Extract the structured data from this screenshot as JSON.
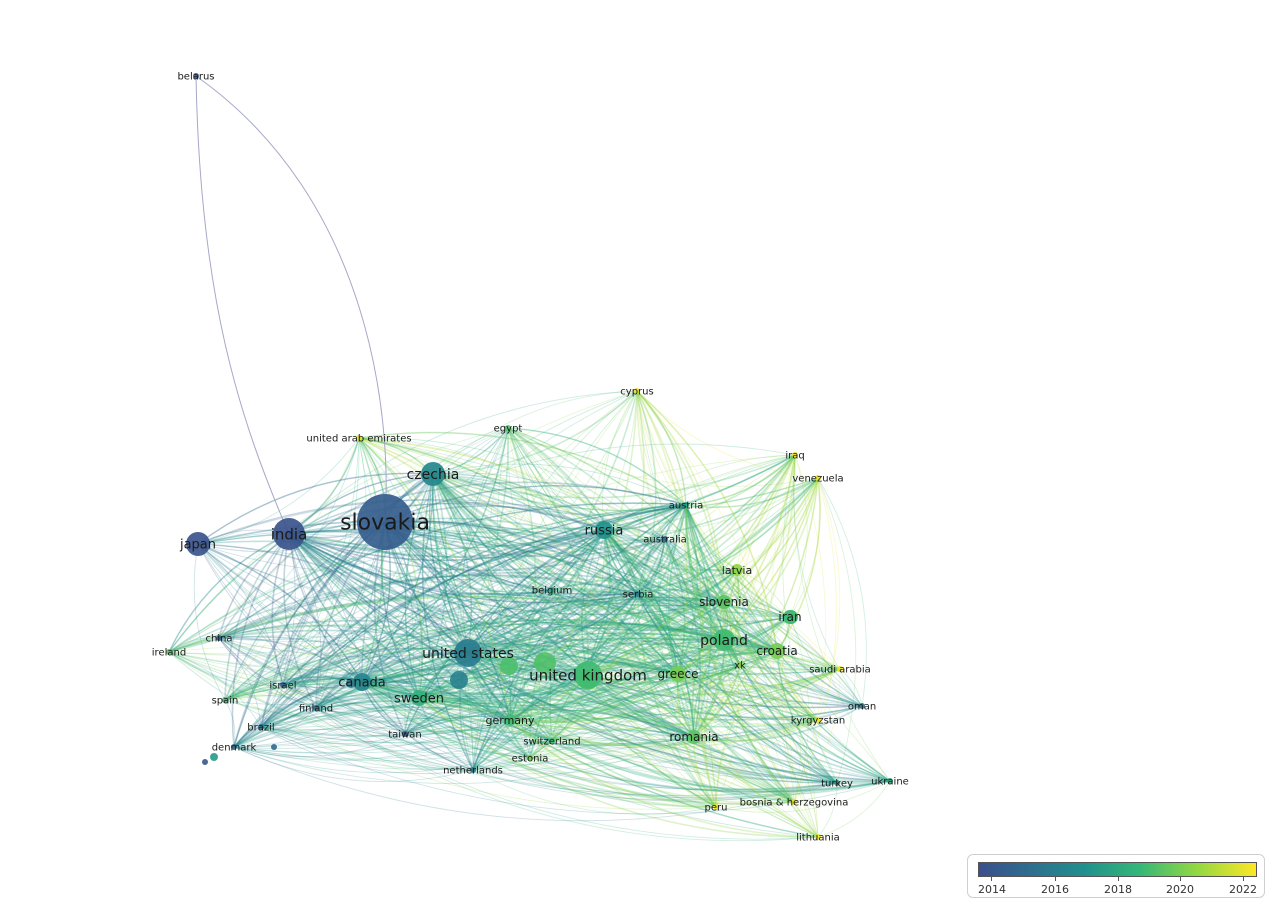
{
  "nodes": [
    {
      "id": "slovakia",
      "label": "slovakia",
      "year": 2014.3,
      "size": 5
    },
    {
      "id": "india",
      "label": "india",
      "year": 2013.8,
      "size": 4
    },
    {
      "id": "japan",
      "label": "japan",
      "year": 2013.8,
      "size": 3.4
    },
    {
      "id": "czechia",
      "label": "czechia",
      "year": 2016.6,
      "size": 3.4
    },
    {
      "id": "united-arab-emirates",
      "label": "united arab emirates",
      "year": 2022,
      "size": 2.4
    },
    {
      "id": "egypt",
      "label": "egypt",
      "year": 2019.5,
      "size": 2.4
    },
    {
      "id": "cyprus",
      "label": "cyprus",
      "year": 2022,
      "size": 2.4
    },
    {
      "id": "iraq",
      "label": "iraq",
      "year": 2022,
      "size": 2
    },
    {
      "id": "venezuela",
      "label": "venezuela",
      "year": 2022,
      "size": 2
    },
    {
      "id": "belarus",
      "label": "belarus",
      "year": 2014.5,
      "size": 1.8
    },
    {
      "id": "russia",
      "label": "russia",
      "year": 2017,
      "size": 3.2
    },
    {
      "id": "austria",
      "label": "austria",
      "year": 2017.5,
      "size": 2.4
    },
    {
      "id": "australia",
      "label": "australia",
      "year": 2015,
      "size": 2.4
    },
    {
      "id": "latvia",
      "label": "latvia",
      "year": 2020.5,
      "size": 2.6
    },
    {
      "id": "belgium",
      "label": "belgium",
      "year": 2018,
      "size": 2.2
    },
    {
      "id": "serbia",
      "label": "serbia",
      "year": 2016,
      "size": 2.4
    },
    {
      "id": "slovenia",
      "label": "slovenia",
      "year": 2019.5,
      "size": 2.8
    },
    {
      "id": "iran",
      "label": "iran",
      "year": 2019,
      "size": 2.8
    },
    {
      "id": "poland",
      "label": "poland",
      "year": 2019,
      "size": 3.6
    },
    {
      "id": "croatia",
      "label": "croatia",
      "year": 2020,
      "size": 3
    },
    {
      "id": "xk",
      "label": "xk",
      "year": 2020.5,
      "size": 2.4
    },
    {
      "id": "saudi-arabia",
      "label": "saudi arabia",
      "year": 2022,
      "size": 2.4
    },
    {
      "id": "greece",
      "label": "greece",
      "year": 2020,
      "size": 3.2
    },
    {
      "id": "united-kingdom",
      "label": "united kingdom",
      "year": 2019,
      "size": 4
    },
    {
      "id": "united-states",
      "label": "united states",
      "year": 2016,
      "size": 4
    },
    {
      "id": "canada",
      "label": "canada",
      "year": 2016.5,
      "size": 3.2
    },
    {
      "id": "sweden",
      "label": "sweden",
      "year": 2018.5,
      "size": 3
    },
    {
      "id": "china",
      "label": "china",
      "year": 2014,
      "size": 2.2
    },
    {
      "id": "ireland",
      "label": "ireland",
      "year": 2019.5,
      "size": 1.8
    },
    {
      "id": "israel",
      "label": "israel",
      "year": 2014.5,
      "size": 2
    },
    {
      "id": "spain",
      "label": "spain",
      "year": 2019,
      "size": 2.2
    },
    {
      "id": "finland",
      "label": "finland",
      "year": 2015.5,
      "size": 2.2
    },
    {
      "id": "brazil",
      "label": "brazil",
      "year": 2015,
      "size": 2
    },
    {
      "id": "denmark",
      "label": "denmark",
      "year": 2015,
      "size": 2.2
    },
    {
      "id": "taiwan",
      "label": "taiwan",
      "year": 2014.5,
      "size": 2.2
    },
    {
      "id": "germany",
      "label": "germany",
      "year": 2019,
      "size": 2.6
    },
    {
      "id": "switzerland",
      "label": "switzerland",
      "year": 2019,
      "size": 2.2
    },
    {
      "id": "estonia",
      "label": "estonia",
      "year": 2020,
      "size": 2.2
    },
    {
      "id": "netherlands",
      "label": "netherlands",
      "year": 2016,
      "size": 2.4
    },
    {
      "id": "romania",
      "label": "romania",
      "year": 2019.5,
      "size": 3
    },
    {
      "id": "oman",
      "label": "oman",
      "year": 2015.5,
      "size": 1.8
    },
    {
      "id": "kyrgyzstan",
      "label": "kyrgyzstan",
      "year": 2022,
      "size": 1.8
    },
    {
      "id": "turkey",
      "label": "turkey",
      "year": 2017,
      "size": 1.8
    },
    {
      "id": "ukraine",
      "label": "ukraine",
      "year": 2018,
      "size": 1.8
    },
    {
      "id": "bosnia-herzegovina",
      "label": "bosnia & herzegovina",
      "year": 2022,
      "size": 2.4
    },
    {
      "id": "peru",
      "label": "peru",
      "year": 2022,
      "size": 1.8
    },
    {
      "id": "lithuania",
      "label": "lithuania",
      "year": 2022,
      "size": 1.8
    }
  ],
  "legend": {
    "ticks": [
      "2014",
      "2016",
      "2018",
      "2020",
      "2022"
    ]
  }
}
